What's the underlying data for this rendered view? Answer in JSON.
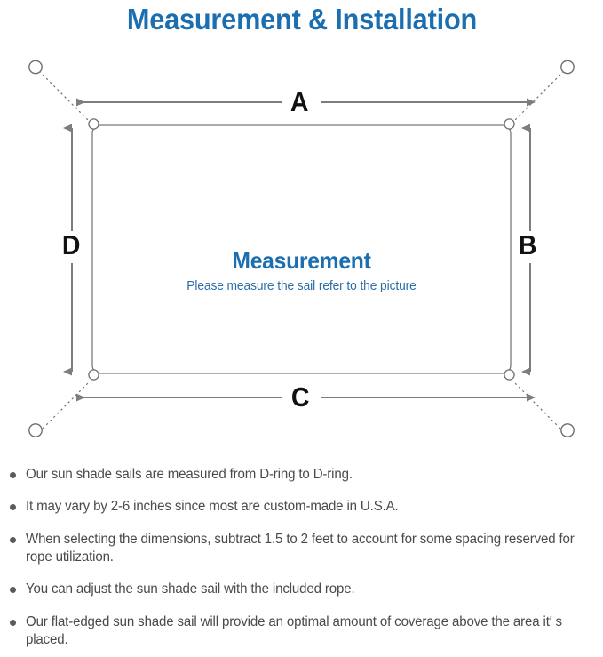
{
  "header": {
    "title": "Measurement & Installation",
    "title_color": "#1b6eb0"
  },
  "diagram": {
    "center_title": "Measurement",
    "center_subtitle": "Please measure the sail refer to the picture",
    "center_title_color": "#1b6eb0",
    "center_subtitle_color": "#2a6ea8",
    "sail_stroke_color": "#7a7a7a",
    "arrow_color": "#7d7d7d",
    "rope_color": "#7a7a7a",
    "dimension_labels": {
      "top": "A",
      "right": "B",
      "bottom": "C",
      "left": "D"
    },
    "d_ring_count": 4,
    "anchor_point_count": 4
  },
  "notes": {
    "bullet_color": "#5a5a5a",
    "text_color": "#4a4a4a",
    "items": [
      "Our sun shade sails are measured from D-ring to D-ring.",
      "It may vary by 2-6 inches since most are custom-made in U.S.A.",
      "When selecting the dimensions, subtract 1.5 to 2 feet to account for some spacing reserved for rope utilization.",
      "You can adjust the sun shade sail with the included rope.",
      "Our flat-edged sun shade sail will provide an optimal amount of coverage above the area it′ s placed."
    ]
  }
}
